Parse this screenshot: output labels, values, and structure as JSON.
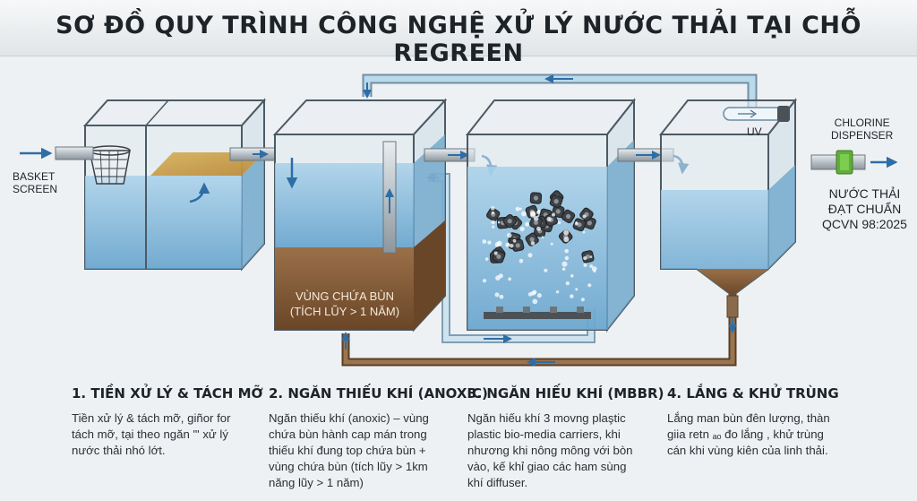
{
  "title": "SƠ ĐỒ QUY TRÌNH CÔNG NGHỆ XỬ LÝ NƯỚC THẢI TẠI CHỖ REGREEN",
  "labels": {
    "basket_screen": [
      "BASKET",
      "SCREEN"
    ],
    "sludge_zone": [
      "VÙNG CHỨA BÙN",
      "(TÍCH LŨY > 1 NĂM)"
    ],
    "uv": "UV",
    "chlorine": [
      "CHLORINE",
      "DISPENSER"
    ],
    "effluent": [
      "NƯỚC THẢI",
      "ĐẠT CHUẨN",
      "QCVN 98:2025"
    ]
  },
  "steps": [
    {
      "title": "1. TIỀN XỬ LÝ & TÁCH MỠ",
      "lines": [
        "Tiền xử lý & tách mỡ, giñor for",
        "tách mỡ, tại theo ngăn \"' xử lý",
        "nước thải nhó lớt."
      ]
    },
    {
      "title": "2. NGĂN THIẾU KHÍ (ANOXIC)",
      "lines": [
        "Ngăn thiếu khí (anoxic) – vùng",
        "chứa bùn hành cap mán trong",
        "thiếu khí đung top chứa bùn +",
        "vùng chứa bùn (tích lũy > 1km",
        "năng lũy > 1 năm)"
      ]
    },
    {
      "title": "3. NGĂN HIẾU KHÍ (MBBR)",
      "lines": [
        "Ngăn hiếu khí 3 movng plaştic",
        "plastic bio-media carriers, khi",
        "nhương khi nông mông với bòn",
        "vào, kế khỉ giao các ham sùng",
        "khí diffuser."
      ]
    },
    {
      "title": "4. LẮNG & KHỬ TRÙNG",
      "lines": [
        "Lắng man bùn đên lượng, thàn",
        "giia retn ₐₒ đo lắng , khử trùng",
        "cán khi vùng kiên của linh thải."
      ]
    }
  ],
  "colors": {
    "water": "#7fb6d8",
    "sludge": "#7a5533",
    "pipe_return": "#a8cfe6",
    "sludge_pipe": "#8a6a4a",
    "arrow": "#2e6da6",
    "chlorine": "#5fae3b"
  }
}
